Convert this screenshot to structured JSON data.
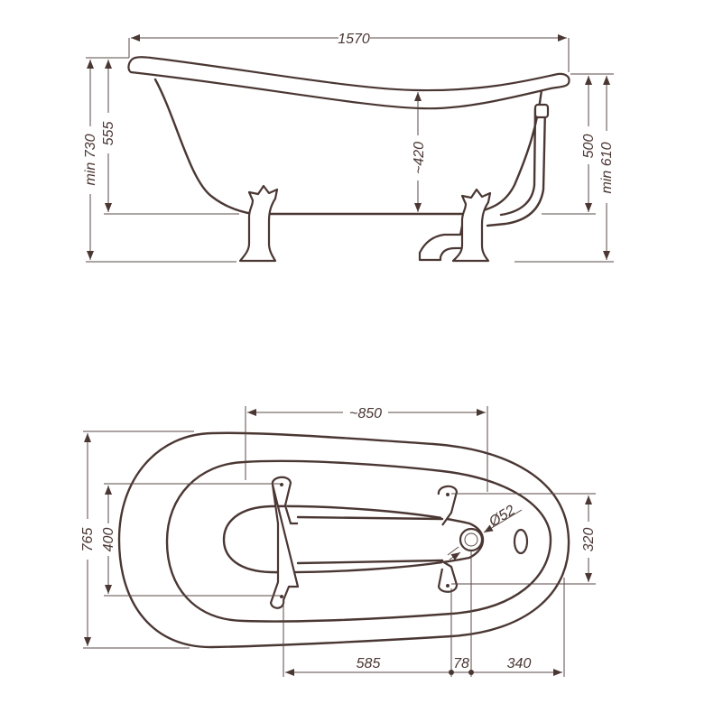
{
  "side_view": {
    "length": "1570",
    "total_height": "min 730",
    "rim_height": "555",
    "inner_depth": "~420",
    "foot_end_height": "500",
    "foot_end_total": "min 610"
  },
  "top_view": {
    "foot_spacing_length": "~850",
    "width": "765",
    "front_feet_spacing": "400",
    "rear_feet_spacing": "320",
    "drain_diameter": "Ø52",
    "feet_to_drain_a": "585",
    "feet_to_drain_b": "78",
    "drain_to_end": "340"
  },
  "colors": {
    "stroke": "#4a3733"
  }
}
